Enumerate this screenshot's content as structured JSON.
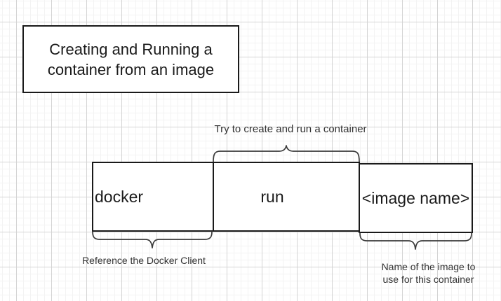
{
  "colors": {
    "background": "#ffffff",
    "grid_major": "#d4d4d4",
    "grid_minor": "#f3f3f3",
    "shape_border": "#1a1a1a",
    "shape_fill": "#ffffff",
    "brace_stroke": "#3a3a3a",
    "text": "#1a1a1a",
    "note_text": "#333333"
  },
  "title_box": {
    "text": "Creating and Running a container from an image"
  },
  "command": {
    "tokens": [
      {
        "label": "docker"
      },
      {
        "label": "run"
      },
      {
        "label": "<image name>"
      }
    ]
  },
  "notes": {
    "run": "Try to create and run a container",
    "docker": "Reference the Docker Client",
    "image": "Name of the image to use for this container"
  }
}
